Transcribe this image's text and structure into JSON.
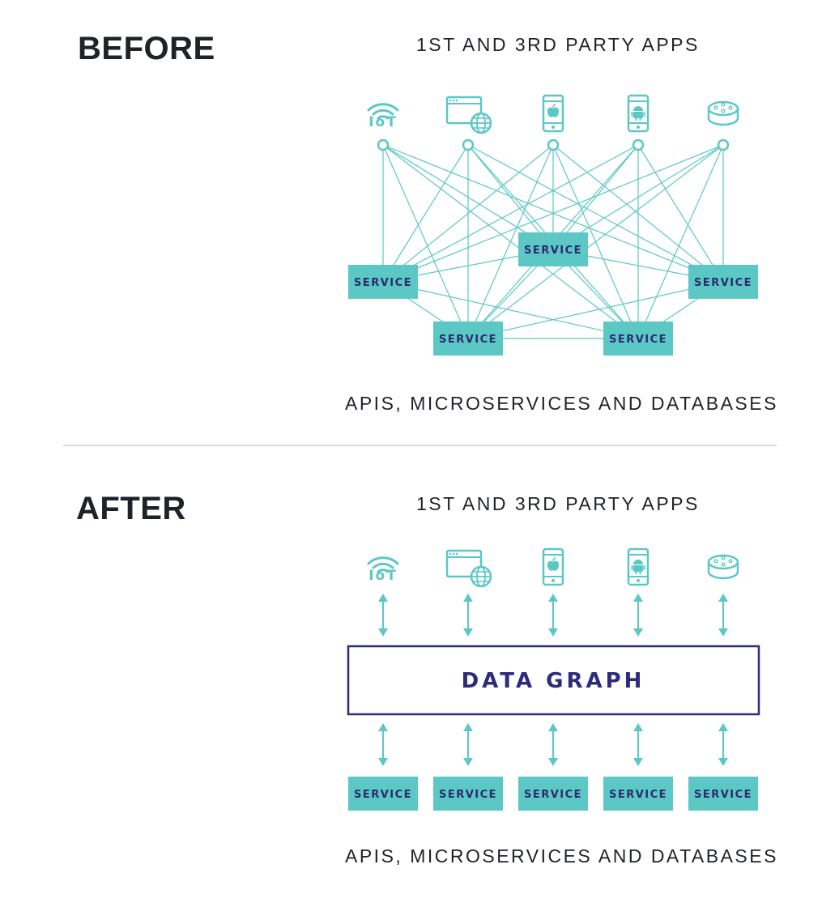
{
  "before": {
    "heading": "BEFORE",
    "apps_caption": "1ST AND 3RD PARTY APPS",
    "backend_caption": "APIS, MICROSERVICES AND DATABASES",
    "service_label": "SERVICE"
  },
  "after": {
    "heading": "AFTER",
    "apps_caption": "1ST AND 3RD PARTY APPS",
    "backend_caption": "APIS, MICROSERVICES AND DATABASES",
    "graph_label": "DATA GRAPH",
    "service_label": "SERVICE"
  },
  "app_icons": [
    "iot-icon",
    "web-browser-icon",
    "apple-phone-icon",
    "android-phone-icon",
    "smart-speaker-icon"
  ],
  "iot_label": "IoT",
  "colors": {
    "teal": "#5bc8c6",
    "navy": "#2e2b7a",
    "text": "#1f2229",
    "divider": "#dcdcdc"
  }
}
